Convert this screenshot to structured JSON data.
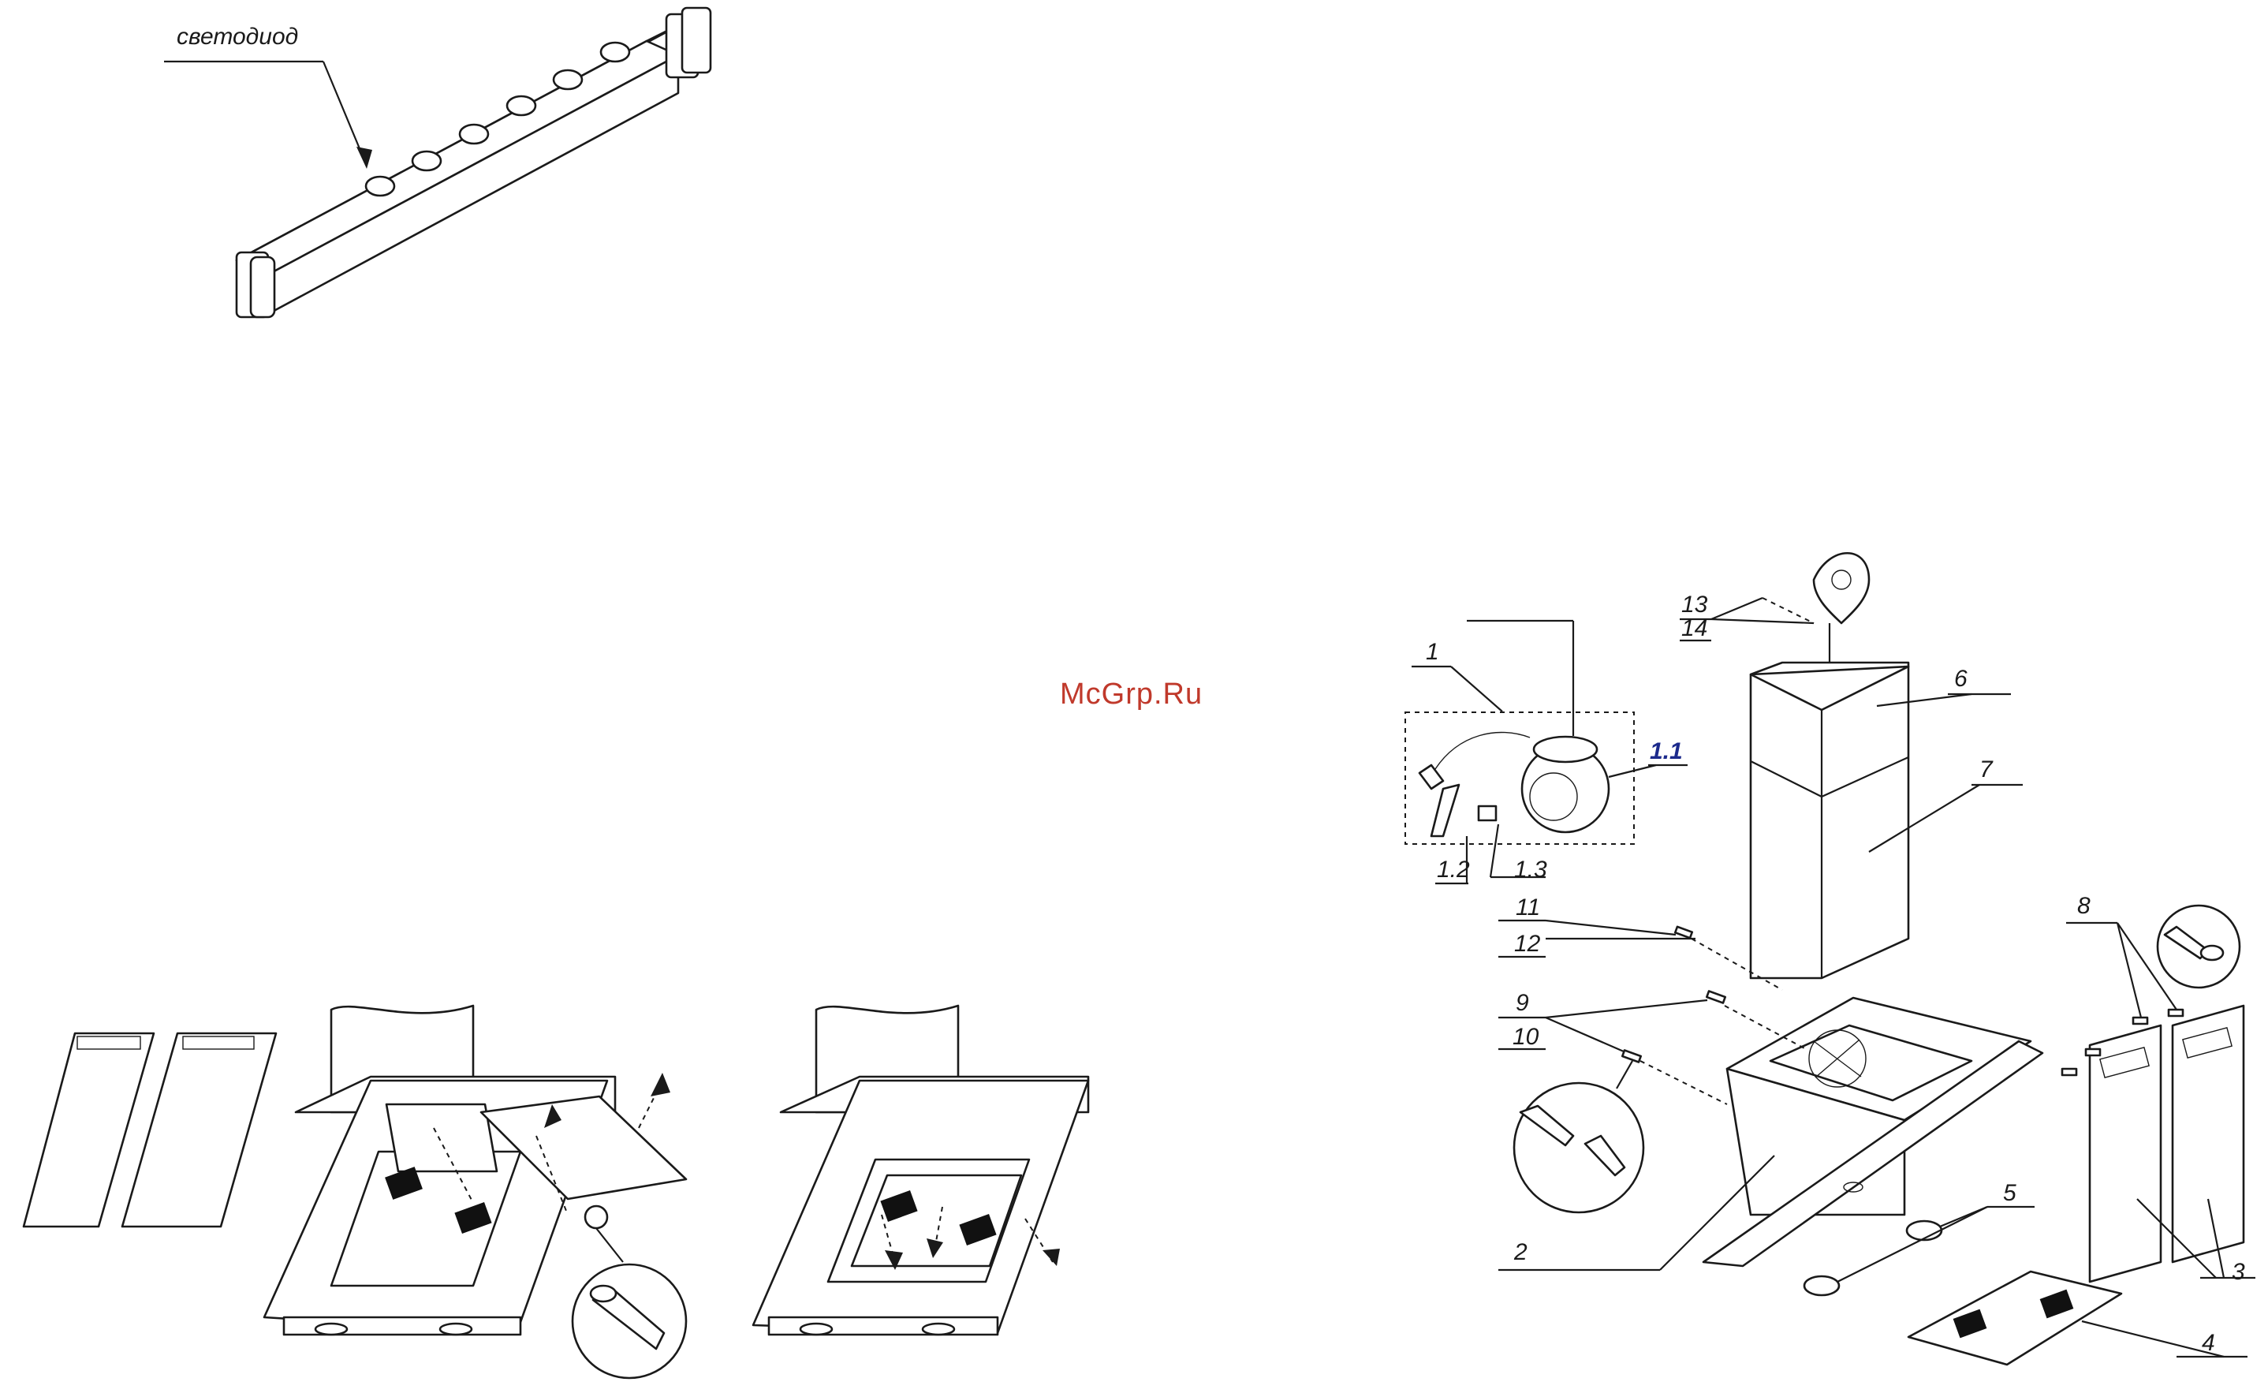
{
  "watermark": "McGrp.Ru",
  "control_panel": {
    "led_callout": "светодиод"
  },
  "exploded_view": {
    "labels": {
      "l1": "1",
      "l1_1": "1.1",
      "l1_2": "1.2",
      "l1_3": "1.3",
      "l2": "2",
      "l3": "3",
      "l4": "4",
      "l5": "5",
      "l6": "6",
      "l7": "7",
      "l8": "8",
      "l9": "9",
      "l10": "10",
      "l11": "11",
      "l12": "12",
      "l13": "13",
      "l14": "14"
    }
  },
  "colors": {
    "line": "#1a1a1a",
    "watermark": "#c0392b",
    "accent_label": "#1c2a8c"
  }
}
